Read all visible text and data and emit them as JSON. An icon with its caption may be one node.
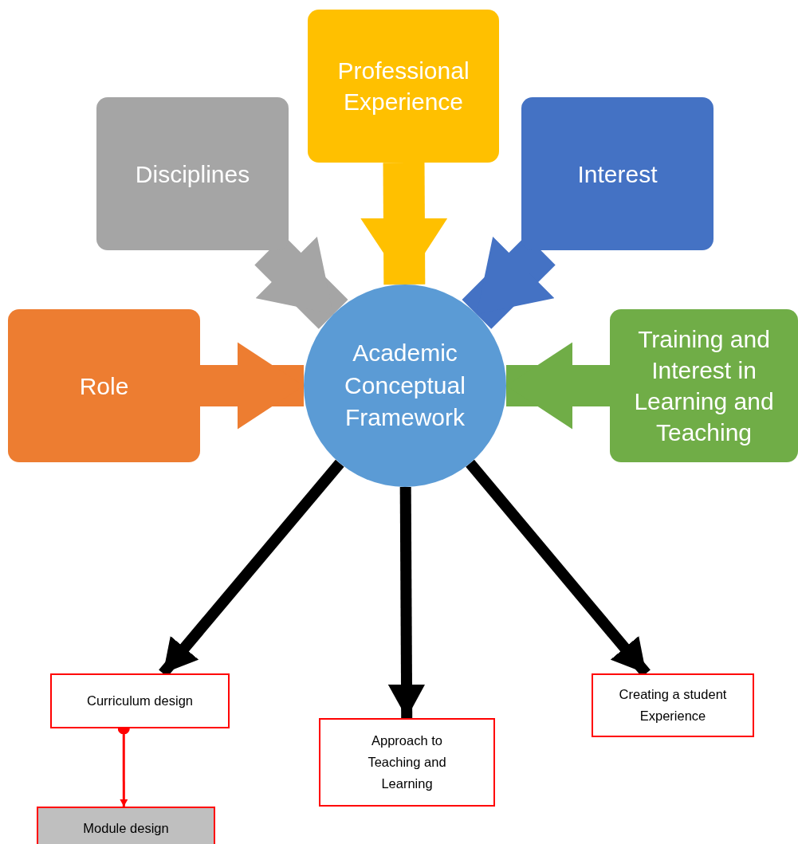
{
  "diagram": {
    "nodes": [
      {
        "text": [
          "Professional Experience"
        ]
      },
      {
        "text": [
          "Disciplines"
        ]
      },
      {
        "text": [
          "Interest"
        ]
      },
      {
        "text": [
          "Role"
        ]
      },
      {
        "text": [
          "Academic Conceptual Framework"
        ]
      },
      {
        "text": [
          "Training and Interest in Learning and Teaching"
        ]
      },
      {
        "text": [
          "Curriculum design"
        ]
      },
      {
        "text": [
          "Approach to Teaching and Learning"
        ]
      },
      {
        "text": [
          "Creating a student Experience"
        ]
      },
      {
        "text": [
          "Module design"
        ]
      }
    ],
    "edges": [
      {
        "from": 0,
        "to": 4,
        "arrow": "to",
        "color": "#ffc000"
      },
      {
        "from": 1,
        "to": 4,
        "arrow": "to",
        "color": "#a5a5a5"
      },
      {
        "from": 2,
        "to": 4,
        "arrow": "to",
        "color": "#4472c4"
      },
      {
        "from": 3,
        "to": 4,
        "arrow": "to",
        "color": "#ed7d31"
      },
      {
        "from": 5,
        "to": 4,
        "arrow": "to",
        "color": "#70ad47"
      },
      {
        "from": 4,
        "to": 6,
        "arrow": "to",
        "color": "#000000"
      },
      {
        "from": 4,
        "to": 7,
        "arrow": "to",
        "color": "#000000"
      },
      {
        "from": 4,
        "to": 8,
        "arrow": "to",
        "color": "#000000"
      },
      {
        "from": 6,
        "to": 9,
        "arrow": "to",
        "color": "#ff0000"
      }
    ]
  }
}
